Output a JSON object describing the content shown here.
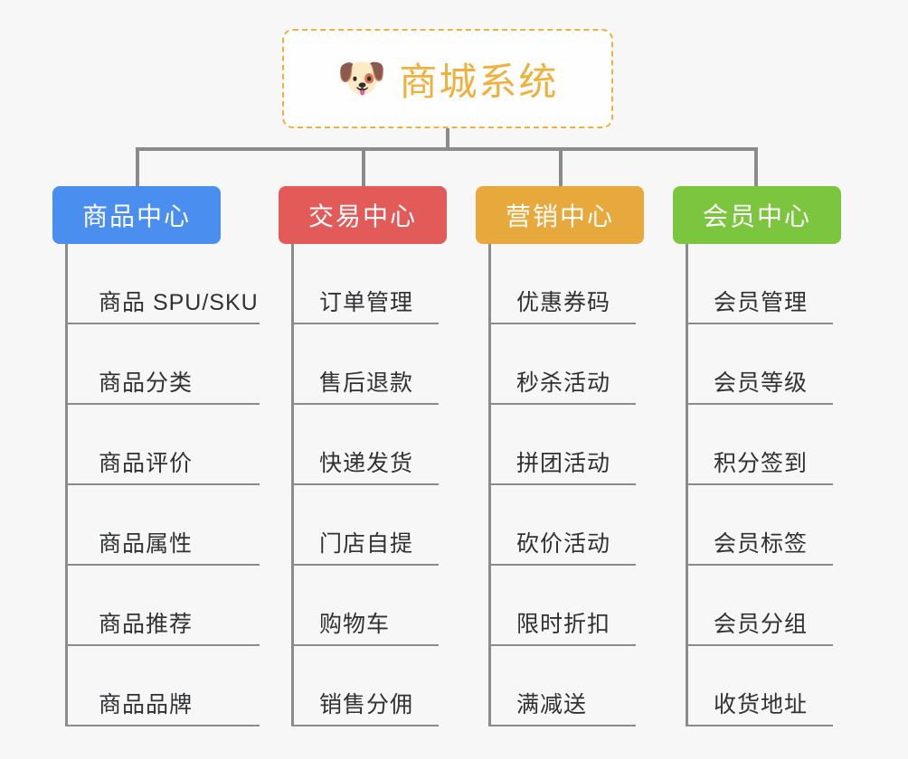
{
  "root": {
    "icon": "dog-face-icon",
    "icon_glyph": "🐶",
    "title": "商城系统",
    "accent_color": "#f0b03c"
  },
  "connector_color": "#8b8b8b",
  "background_color": "#f7f7f7",
  "categories": [
    {
      "label": "商品中心",
      "color": "#4a8ef0",
      "items": [
        "商品 SPU/SKU",
        "商品分类",
        "商品评价",
        "商品属性",
        "商品推荐",
        "商品品牌"
      ]
    },
    {
      "label": "交易中心",
      "color": "#e35b58",
      "items": [
        "订单管理",
        "售后退款",
        "快递发货",
        "门店自提",
        "购物车",
        "销售分佣"
      ]
    },
    {
      "label": "营销中心",
      "color": "#e8a93c",
      "items": [
        "优惠券码",
        "秒杀活动",
        "拼团活动",
        "砍价活动",
        "限时折扣",
        "满减送"
      ]
    },
    {
      "label": "会员中心",
      "color": "#7cc63f",
      "items": [
        "会员管理",
        "会员等级",
        "积分签到",
        "会员标签",
        "会员分组",
        "收货地址"
      ]
    }
  ]
}
